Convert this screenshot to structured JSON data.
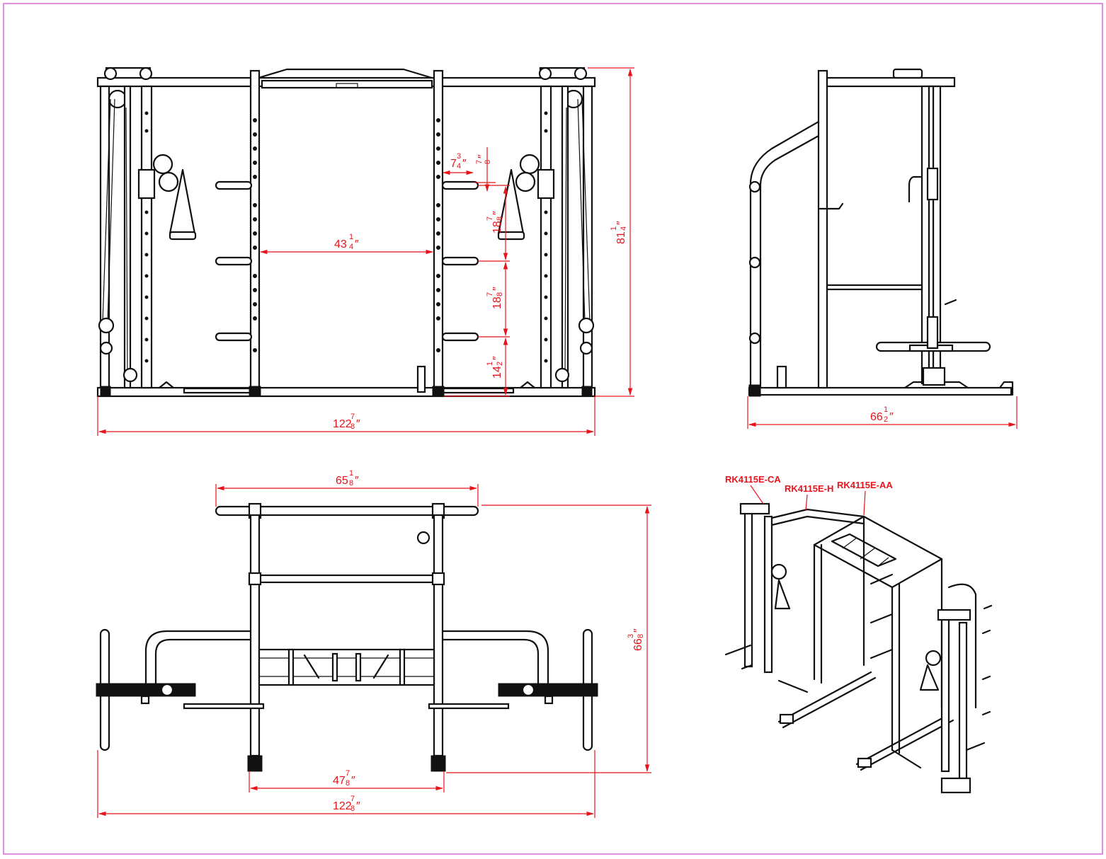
{
  "drawing": {
    "border_color": "#cc44cc",
    "line_color": "#111111",
    "dimension_color": "#e8141b"
  },
  "front_view": {
    "dims": {
      "overall_width": {
        "whole": "122",
        "num": "7",
        "den": "8"
      },
      "height": {
        "whole": "81",
        "num": "1",
        "den": "4"
      },
      "inner_width": {
        "whole": "43",
        "num": "1",
        "den": "4"
      },
      "hole_spacing": {
        "whole": "7",
        "num": "3",
        "den": "4"
      },
      "hole_offset": {
        "whole": "",
        "num": "7",
        "den": "8"
      },
      "peg_spacing_upper": {
        "whole": "18",
        "num": "7",
        "den": "8"
      },
      "peg_spacing_lower": {
        "whole": "18",
        "num": "7",
        "den": "8"
      },
      "bottom_peg_height": {
        "whole": "14",
        "num": "1",
        "den": "2"
      }
    }
  },
  "side_view": {
    "dims": {
      "depth": {
        "whole": "66",
        "num": "1",
        "den": "2"
      }
    }
  },
  "top_view": {
    "dims": {
      "top_width": {
        "whole": "65",
        "num": "1",
        "den": "8"
      },
      "inner_width": {
        "whole": "47",
        "num": "7",
        "den": "8"
      },
      "overall_width": {
        "whole": "122",
        "num": "7",
        "den": "8"
      },
      "depth": {
        "whole": "66",
        "num": "3",
        "den": "8"
      }
    }
  },
  "iso_view": {
    "labels": {
      "cable_attachment": "RK4115E-CA",
      "hip_attachment": "RK4115E-H",
      "arm_attachment": "RK4115E-AA"
    }
  }
}
